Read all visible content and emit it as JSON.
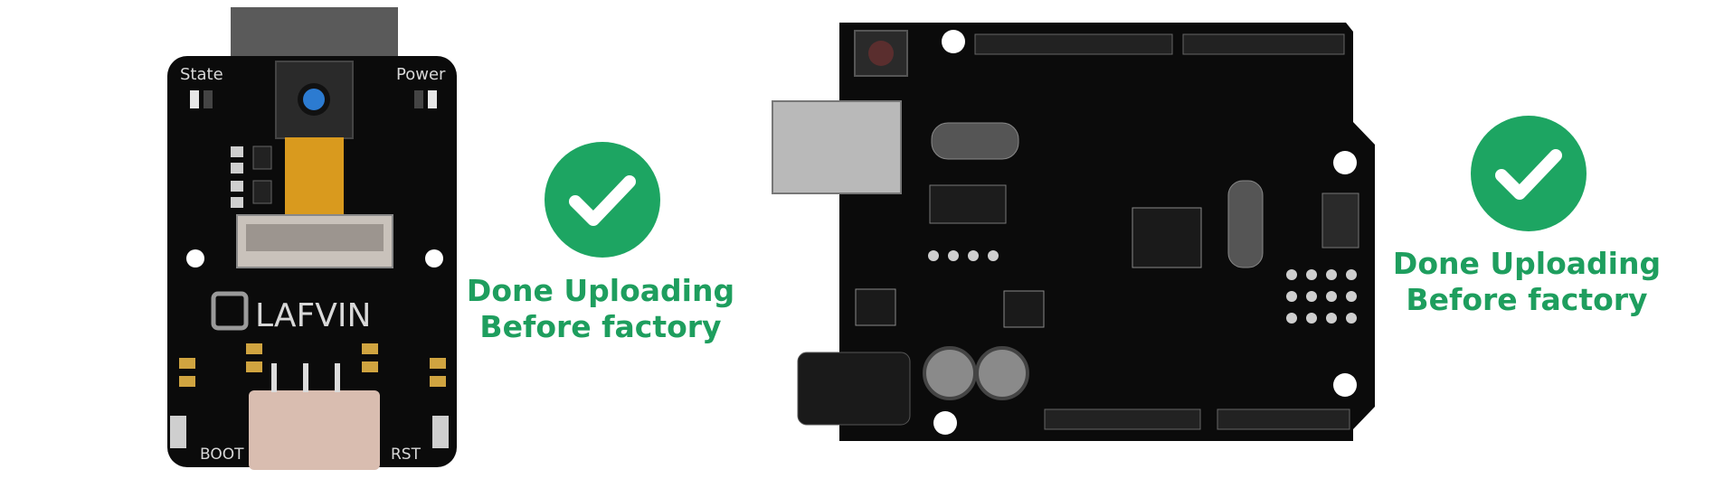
{
  "esp32cam": {
    "label_state": "State",
    "label_power": "Power",
    "brand": "LAFVIN",
    "label_boot": "BOOT",
    "label_rst": "RST"
  },
  "status_left": {
    "line1": "Done Uploading",
    "line2": "Before factory",
    "icon": "check-circle-icon"
  },
  "status_right": {
    "line1": "Done Uploading",
    "line2": "Before factory",
    "icon": "check-circle-icon"
  },
  "colors": {
    "accent_green": "#1da562",
    "text_green": "#1e9e5e",
    "pcb_black": "#0b0b0b",
    "ffc_orange": "#d99a1e"
  }
}
